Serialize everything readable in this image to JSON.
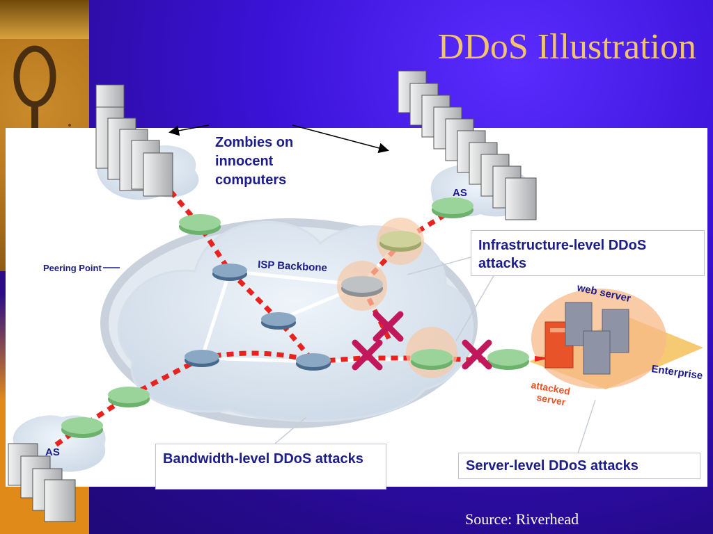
{
  "title": "DDoS Illustration",
  "source": "Source: Riverhead",
  "labels": {
    "zombies": "Zombies on innocent computers",
    "peering_point": "Peering Point",
    "isp_backbone": "ISP Backbone",
    "as_top": "AS",
    "as_bottom": "AS",
    "web_server": "web server",
    "enterprise": "Enterprise",
    "attacked_server_line1": "attacked",
    "attacked_server_line2": "server"
  },
  "callouts": {
    "infrastructure": "Infrastructure-level DDoS attacks",
    "bandwidth": "Bandwidth-level DDoS attacks",
    "server": "Server-level DDoS attacks"
  },
  "colors": {
    "attack_path": "#e8231f",
    "block_mark": "#c0185a",
    "title": "#f2c46f",
    "label_text": "#1c1c8a"
  }
}
